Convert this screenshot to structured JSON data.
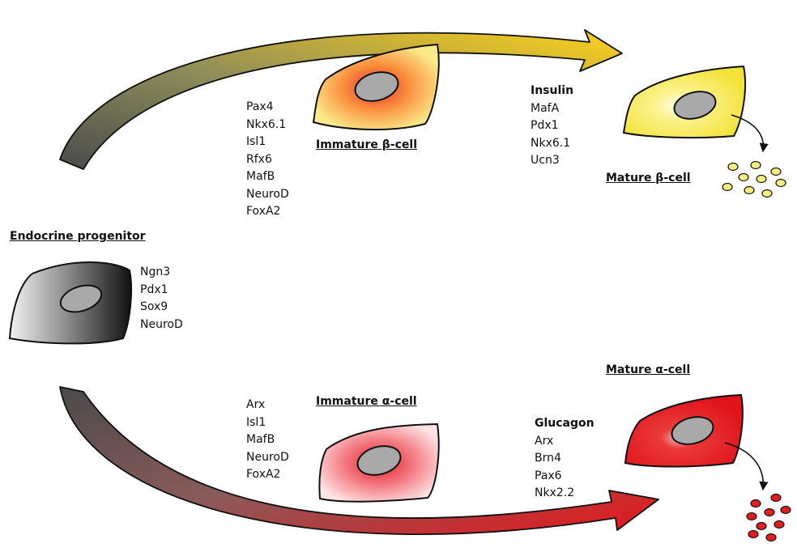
{
  "labels": {
    "endocrine": "Endocrine progenitor",
    "immature_beta": "Immature β-cell",
    "mature_beta": "Mature β-cell",
    "immature_alpha": "Immature α-cell",
    "mature_alpha": "Mature α-cell"
  },
  "progenitor_markers": [
    "Ngn3",
    "Pdx1",
    "Sox9",
    "NeuroD"
  ],
  "immature_beta_markers": [
    "Pax4",
    "Nkx6.1",
    "Isl1",
    "Rfx6",
    "MafB",
    "NeuroD",
    "FoxA2"
  ],
  "mature_beta_markers": [
    "Insulin",
    "MafA",
    "Pdx1",
    "Nkx6.1",
    "Ucn3"
  ],
  "immature_alpha_markers": [
    "Arx",
    "Isl1",
    "MafB",
    "NeuroD",
    "FoxA2"
  ],
  "mature_alpha_markers": [
    "Glucagon",
    "Arx",
    "Brn4",
    "Pax6",
    "Nkx2.2"
  ],
  "colors": {
    "progenitor": "#2b2b2b",
    "beta": "#f5e23a",
    "beta_core": "#ef5a3a",
    "alpha": "#e8191e",
    "alpha_core": "#f0626a",
    "nucleus": "#a9a9a9"
  }
}
